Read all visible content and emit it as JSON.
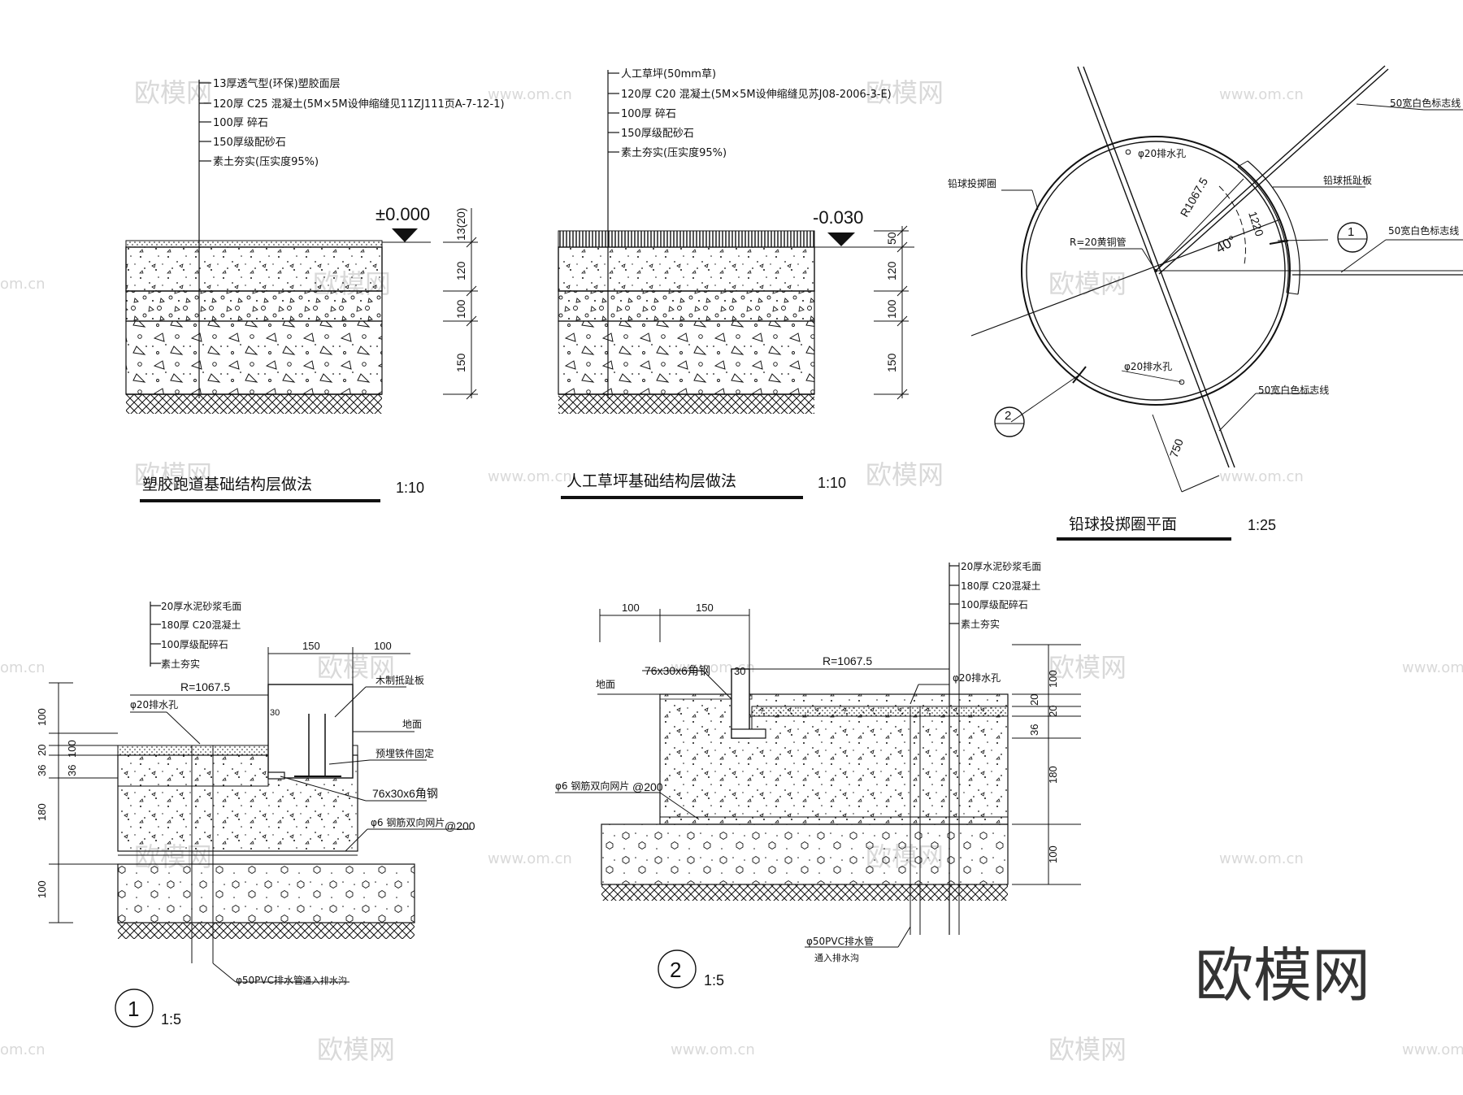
{
  "watermark": {
    "brand": "欧模网",
    "url": "www.om.cn",
    "url_short": "om.cn"
  },
  "detail_track": {
    "notes": [
      "13厚透气型(环保)塑胶面层",
      "120厚 C25 混凝土(5M×5M设伸缩缝见11ZJ111页A-7-12-1)",
      "100厚 碎石",
      "150厚级配砂石",
      "素土夯实(压实度95%)"
    ],
    "elevation": "±0.000",
    "dims": [
      "13(20)",
      "120",
      "100",
      "150"
    ],
    "title": "塑胶跑道基础结构层做法",
    "scale": "1:10"
  },
  "detail_turf": {
    "notes": [
      "人工草坪(50mm草)",
      "120厚 C20 混凝土(5M×5M设伸缩缝见苏J08-2006-3-E)",
      "100厚 碎石",
      "150厚级配砂石",
      "素土夯实(压实度95%)"
    ],
    "elevation": "-0.030",
    "dims": [
      "50",
      "120",
      "100",
      "150"
    ],
    "title": "人工草坪基础结构层做法",
    "scale": "1:10"
  },
  "plan_circle": {
    "labels": {
      "stripe1": "50宽白色标志线",
      "stripe2": "50宽白色标志线",
      "stripe3": "50宽白色标志线",
      "stop_board": "铅球抵趾板",
      "ring": "铅球投掷圈",
      "drain1": "φ20排水孔",
      "drain2": "φ20排水孔",
      "pipe": "R=20黄铜管",
      "radius": "R1067.5",
      "angle": "40°",
      "board_len": "1220",
      "dim750": "750",
      "sec1": "1",
      "sec2": "2"
    },
    "title": "铅球投掷圈平面",
    "scale": "1:25"
  },
  "section1": {
    "notes": [
      "20厚水泥砂浆毛面",
      "180厚 C20混凝土",
      "100厚级配碎石",
      "素土夯实"
    ],
    "labels": {
      "radius": "R=1067.5",
      "drain": "φ20排水孔",
      "board": "木制抵趾板",
      "ground": "地面",
      "fix": "预埋铁件固定",
      "angle": "76x30x6角钢",
      "mesh": "φ6 钢筋双向网片",
      "spacing": "@200",
      "pipe": "φ50PVC排水管",
      "pipe_to": "通入排水沟"
    },
    "dims": [
      "150",
      "100",
      "100",
      "20",
      "36",
      "180",
      "100",
      "30"
    ],
    "number": "1",
    "scale": "1:5"
  },
  "section2": {
    "notes": [
      "20厚水泥砂浆毛面",
      "180厚 C20混凝土",
      "100厚级配碎石",
      "素土夯实"
    ],
    "labels": {
      "radius": "R=1067.5",
      "drain": "φ20排水孔",
      "angle": "76x30x6角钢",
      "ground": "地面",
      "mesh": "φ6 钢筋双向网片",
      "spacing": "@200",
      "pipe": "φ50PVC排水管",
      "pipe_to": "通入排水沟"
    },
    "dims": [
      "100",
      "150",
      "30",
      "100",
      "20",
      "20",
      "36",
      "180",
      "100"
    ],
    "number": "2",
    "scale": "1:5"
  }
}
